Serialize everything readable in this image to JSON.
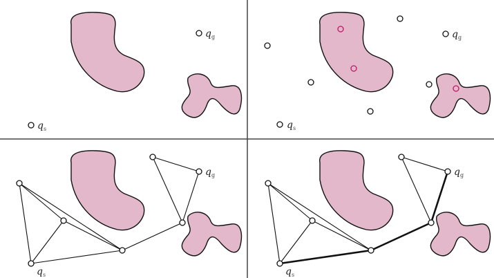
{
  "labels": {
    "start": "q",
    "start_sub": "s",
    "goal": "q",
    "goal_sub": "g"
  },
  "panels": [
    {
      "name": "problem",
      "description_stage": 1
    },
    {
      "name": "sampling",
      "description_stage": 2
    },
    {
      "name": "roadmap",
      "description_stage": 3
    },
    {
      "name": "path",
      "description_stage": 4
    }
  ],
  "colors": {
    "obstacle": "#e4b8cb",
    "collision_sample": "#c0166a",
    "edge": "#111111"
  }
}
